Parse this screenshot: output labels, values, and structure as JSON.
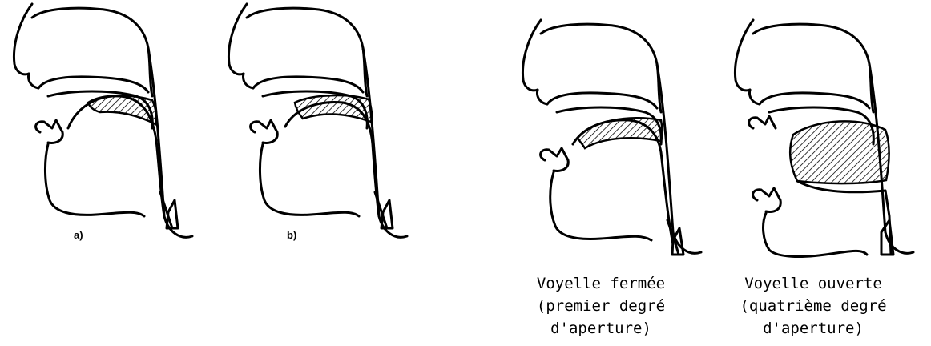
{
  "figures": [
    {
      "label": "a)"
    },
    {
      "label": "b)"
    },
    {
      "caption": "Voyelle fermée\n(premier degré\nd'aperture)"
    },
    {
      "caption": "Voyelle ouverte\n(quatrième degré\nd'aperture)"
    }
  ],
  "colors": {
    "ink": "#000000",
    "background": "#ffffff"
  }
}
